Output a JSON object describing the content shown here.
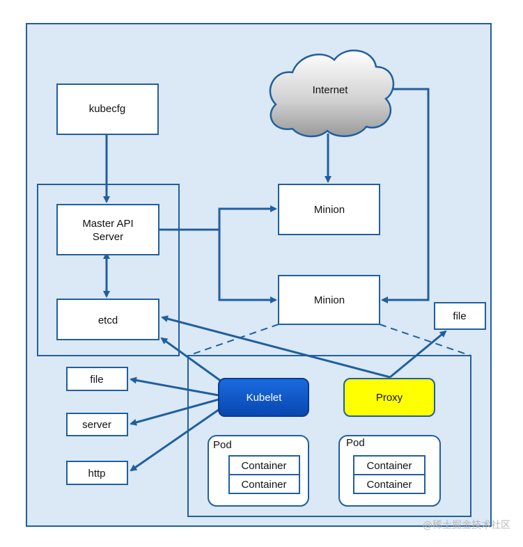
{
  "nodes": {
    "kubecfg": "kubecfg",
    "master_api_line1": "Master API",
    "master_api_line2": "Server",
    "etcd": "etcd",
    "internet": "Internet",
    "minion_1": "Minion",
    "minion_2": "Minion",
    "file_top": "file",
    "file_left": "file",
    "server": "server",
    "http": "http",
    "kubelet": "Kubelet",
    "proxy": "Proxy",
    "pod_left": {
      "label": "Pod",
      "containers": [
        "Container",
        "Container"
      ]
    },
    "pod_right": {
      "label": "Pod",
      "containers": [
        "Container",
        "Container"
      ]
    }
  },
  "colors": {
    "background": "#dbe8f5",
    "stroke": "#1f5f9f",
    "kubelet_fill": "#0b56c8",
    "proxy_fill": "#ffff00",
    "box_fill": "#ffffff"
  },
  "watermark": "@稀土掘金技术社区"
}
